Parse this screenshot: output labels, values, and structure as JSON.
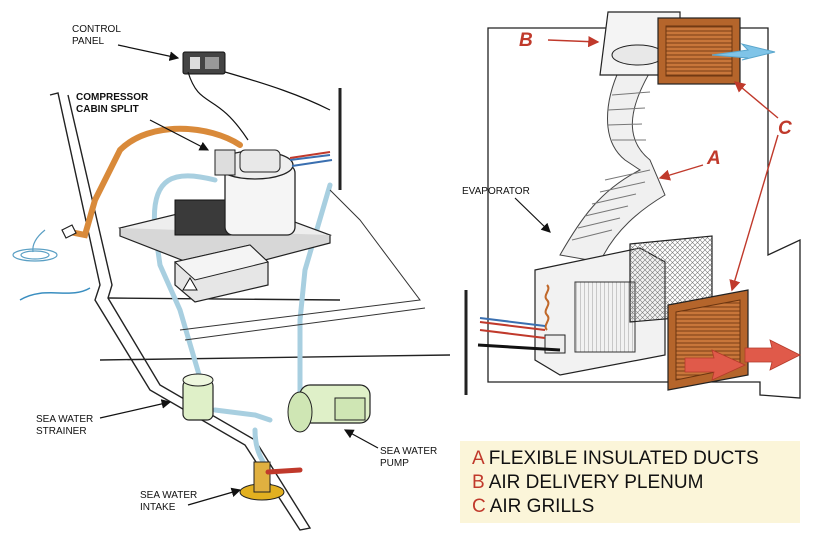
{
  "labels": {
    "control_panel": [
      "CONTROL",
      "PANEL"
    ],
    "compressor": [
      "COMPRESSOR",
      "CABIN SPLIT"
    ],
    "evaporator": "EVAPORATOR",
    "strainer": [
      "SEA WATER",
      "STRAINER"
    ],
    "pump": [
      "SEA WATER",
      "PUMP"
    ],
    "intake": [
      "SEA WATER",
      "INTAKE"
    ]
  },
  "callouts": {
    "a": "A",
    "b": "B",
    "c": "C"
  },
  "legend": [
    {
      "key": "A",
      "text": "FLEXIBLE INSULATED DUCTS"
    },
    {
      "key": "B",
      "text": "AIR DELIVERY PLENUM"
    },
    {
      "key": "C",
      "text": "AIR GRILLS"
    }
  ],
  "colors": {
    "callout": "#c0392b",
    "legend_bg": "#fbf5d9",
    "copper_pipe": "#d98a3a",
    "water_pipe": "#a8cfe0",
    "grill": "#b5652b",
    "arrow_air": "#e05a4a",
    "cold_air": "#7fc4e8"
  }
}
